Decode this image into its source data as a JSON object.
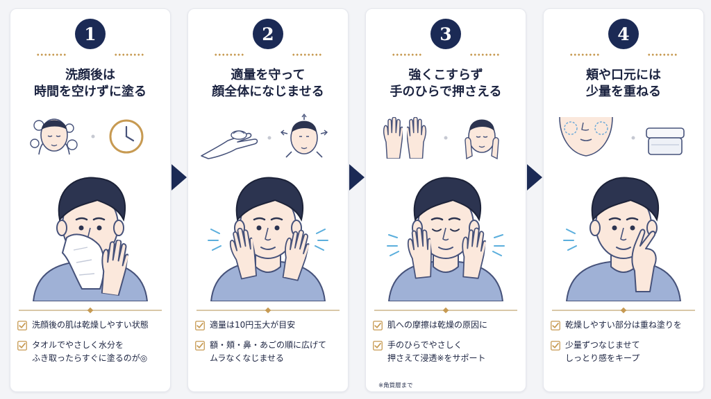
{
  "steps": [
    {
      "number": "1",
      "title_line1": "洗顔後は",
      "title_line2": "時間を空けずに塗る",
      "icons": [
        "face-washing-icon",
        "clock-icon"
      ],
      "hero": "man-pressing-towel-illustration",
      "tips": [
        "洗顔後の肌は乾燥しやすい状態",
        "タオルでやさしく水分を",
        "ふき取ったらすぐに塗るのが◎"
      ]
    },
    {
      "number": "2",
      "title_line1": "適量を守って",
      "title_line2": "顔全体になじませる",
      "icons": [
        "palm-with-cream-icon",
        "face-arrows-icon"
      ],
      "hero": "man-hands-on-cheeks-illustration",
      "tips": [
        "適量は10円玉大が目安",
        "額・頬・鼻・あごの順に広げて",
        "ムラなくなじませる"
      ]
    },
    {
      "number": "3",
      "title_line1": "強くこすらず",
      "title_line2": "手のひらで押さえる",
      "icons": [
        "open-palms-icon",
        "face-palm-press-icon"
      ],
      "hero": "man-eyes-closed-palms-illustration",
      "tips": [
        "肌への摩擦は乾燥の原因に",
        "手のひらでやさしく",
        "押さえて浸透※をサポート"
      ],
      "note": "※角質層まで"
    },
    {
      "number": "4",
      "title_line1": "頬や口元には",
      "title_line2": "少量を重ねる",
      "icons": [
        "lower-face-dry-zones-icon",
        "cream-jar-icon"
      ],
      "hero": "man-fingers-on-cheek-illustration",
      "tips": [
        "乾燥しやすい部分は重ね塗りを",
        "少量ずつなじませて",
        "しっとり感をキープ"
      ]
    }
  ],
  "colors": {
    "navy": "#1b2a55",
    "gold": "#c79a52",
    "shirt": "#9fb1d6",
    "skin": "#fbe8dc",
    "hair": "#2c3450",
    "background": "#f3f4f7"
  }
}
